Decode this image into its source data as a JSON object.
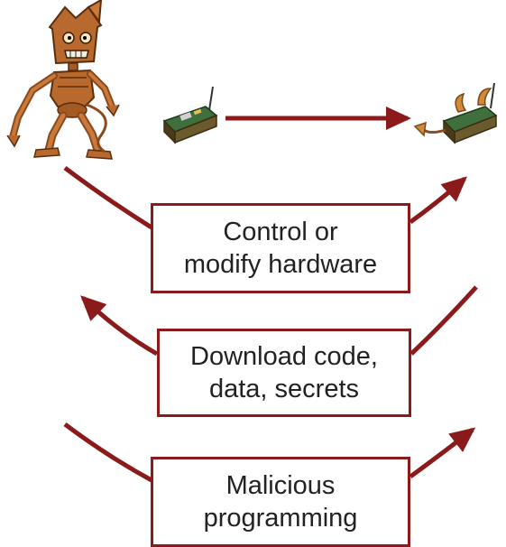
{
  "colors": {
    "arrow": "#8b1a1a",
    "box_border": "#8b1a1a",
    "text": "#222222",
    "robot_body": "#b86a2e",
    "sensor_board": "#3f6f3c"
  },
  "icons": {
    "attacker": "robot-attacker-icon",
    "sensor": "sensor-node-icon",
    "compromised_sensor": "compromised-sensor-node-icon"
  },
  "labels": {
    "control": {
      "line1": "Control or",
      "line2": "modify hardware"
    },
    "download": {
      "line1": "Download code,",
      "line2": "data, secrets"
    },
    "malicious": {
      "line1": "Malicious",
      "line2": "programming"
    }
  }
}
